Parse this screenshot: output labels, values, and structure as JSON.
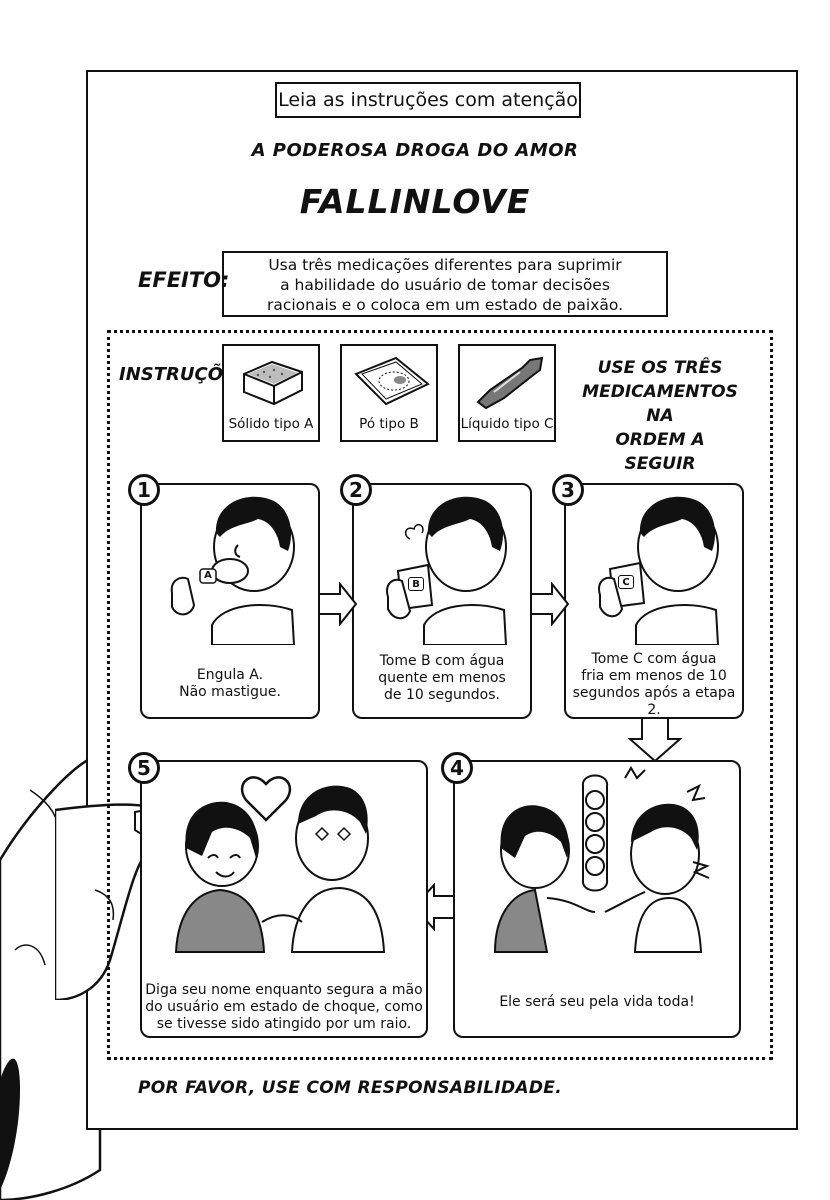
{
  "header": {
    "notice": "Leia as instruções com atenção",
    "subtitle": "A PODEROSA DROGA DO AMOR",
    "title": "FALLINLOVE"
  },
  "effect": {
    "label": "EFEITO:",
    "lines": [
      "Usa três medicações diferentes para suprimir",
      "a habilidade do usuário de tomar decisões",
      "racionais e o coloca em um estado de paixão."
    ]
  },
  "instructions": {
    "label": "INSTRUÇÕES:",
    "items": [
      {
        "caption": "Sólido tipo A",
        "icon": "tablet-icon"
      },
      {
        "caption": "Pó tipo B",
        "icon": "powder-packet-icon"
      },
      {
        "caption": "Líquido tipo C",
        "icon": "ampoule-icon"
      }
    ],
    "order_note": [
      "USE OS TRÊS",
      "MEDICAMENTOS NA",
      "ORDEM A SEGUIR"
    ]
  },
  "steps": [
    {
      "number": "1",
      "badge": "A",
      "lines": [
        "Engula A.",
        "Não mastigue."
      ]
    },
    {
      "number": "2",
      "badge": "B",
      "lines": [
        "Tome B com água",
        "quente em menos",
        "de 10 segundos."
      ]
    },
    {
      "number": "3",
      "badge": "C",
      "lines": [
        "Tome C com água",
        "fria em menos de 10",
        "segundos após a etapa 2."
      ]
    },
    {
      "number": "4",
      "lines": [
        "Ele será seu pela vida toda!"
      ]
    },
    {
      "number": "5",
      "lines": [
        "Diga seu nome enquanto segura a mão",
        "do usuário em estado de choque, como",
        "se tivesse sido atingido por um raio."
      ]
    }
  ],
  "footer": "POR FAVOR, USE COM RESPONSABILIDADE.",
  "colors": {
    "ink": "#111111",
    "paper": "#ffffff",
    "screentone": "#8a8a8a"
  }
}
